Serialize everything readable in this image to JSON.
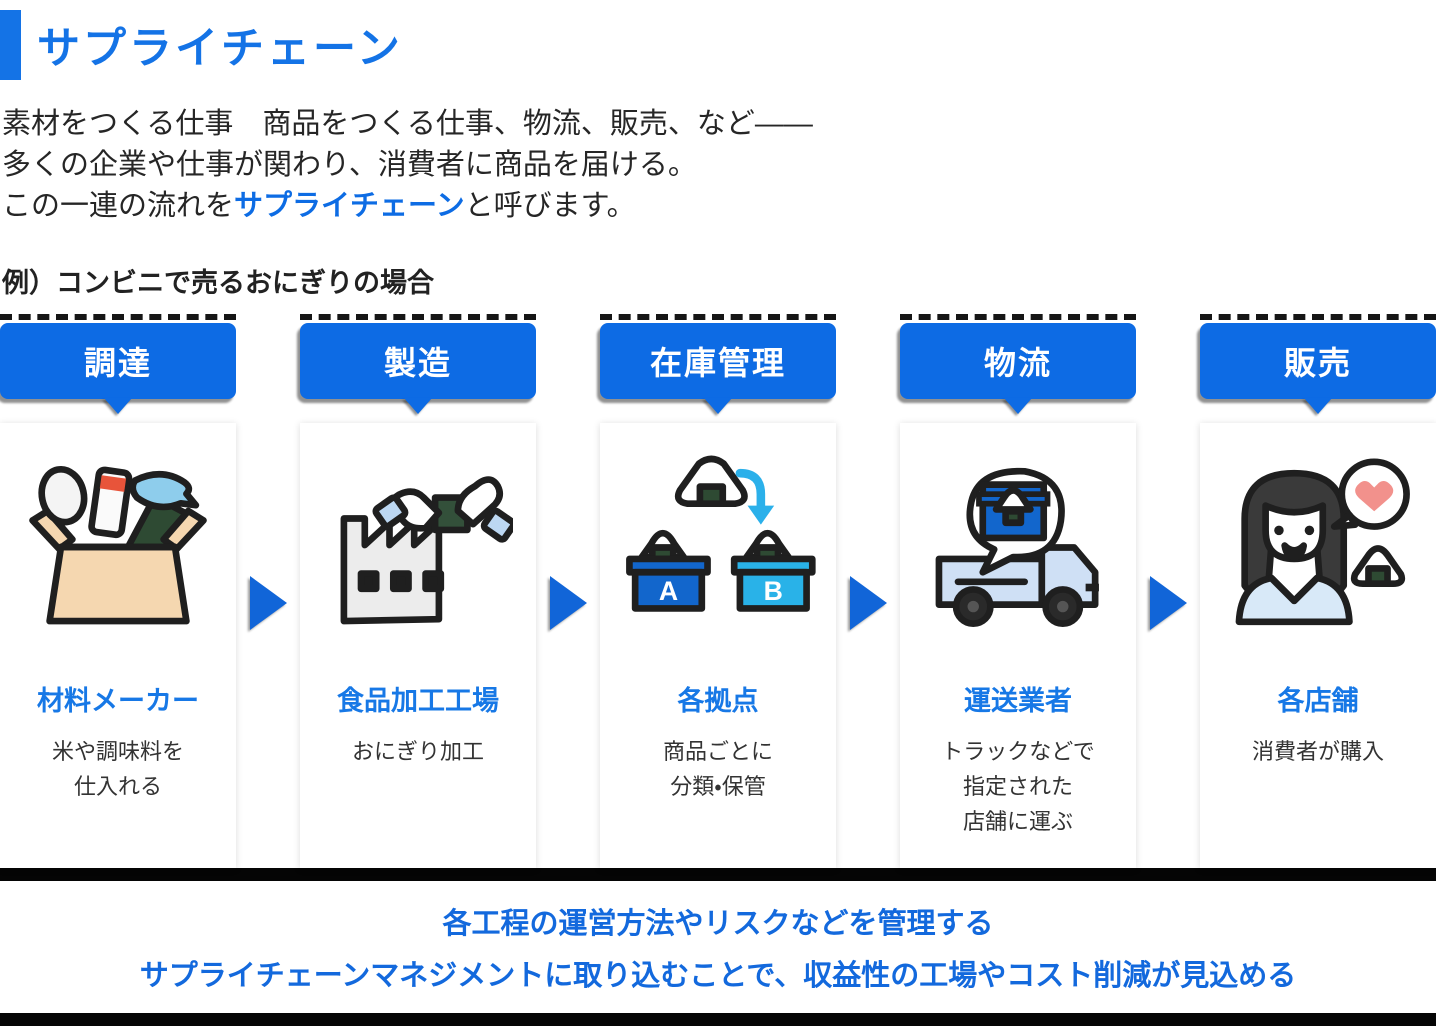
{
  "page": {
    "title": "サプライチェーン",
    "intro_line1": "素材をつくる仕事　商品をつくる仕事、物流、販売、など——",
    "intro_line2": "多くの企業や仕事が関わり、消費者に商品を届ける。",
    "intro_line3_pre": "この一連の流れを",
    "intro_line3_highlight": "サプライチェーン",
    "intro_line3_post": "と呼びます。",
    "example_label": "例）コンビニで売るおにぎりの場合",
    "footer_line1": "各工程の運営方法やリスクなどを管理する",
    "footer_line2": "サプライチェーンマネジメントに取り込むことで、収益性の工場やコスト削減が見込める"
  },
  "colors": {
    "accent_blue": "#1473e6",
    "bubble_blue": "#0d6be4",
    "arrow_blue": "#1165d8",
    "subtitle_blue": "#1778e6",
    "footer_blue": "#1369dd",
    "bin_a_blue": "#1266cc",
    "bin_b_blue": "#29b2e8",
    "strip_black": "#050505"
  },
  "steps": [
    {
      "label": "調達",
      "icon": "ingredients-box-icon",
      "subtitle": "材料メーカー",
      "desc_lines": [
        "米や調味料を",
        "仕入れる"
      ]
    },
    {
      "label": "製造",
      "icon": "factory-icon",
      "subtitle": "食品加工工場",
      "desc_lines": [
        "おにぎり加工"
      ]
    },
    {
      "label": "在庫管理",
      "icon": "sorting-bins-icon",
      "subtitle": "各拠点",
      "desc_lines": [
        "商品ごとに",
        "分類・保管"
      ],
      "bin_labels": [
        "A",
        "B"
      ]
    },
    {
      "label": "物流",
      "icon": "delivery-truck-icon",
      "subtitle": "運送業者",
      "desc_lines": [
        "トラックなどで",
        "指定された",
        "店舗に運ぶ"
      ]
    },
    {
      "label": "販売",
      "icon": "consumer-icon",
      "subtitle": "各店舗",
      "desc_lines": [
        "消費者が購入"
      ]
    }
  ]
}
